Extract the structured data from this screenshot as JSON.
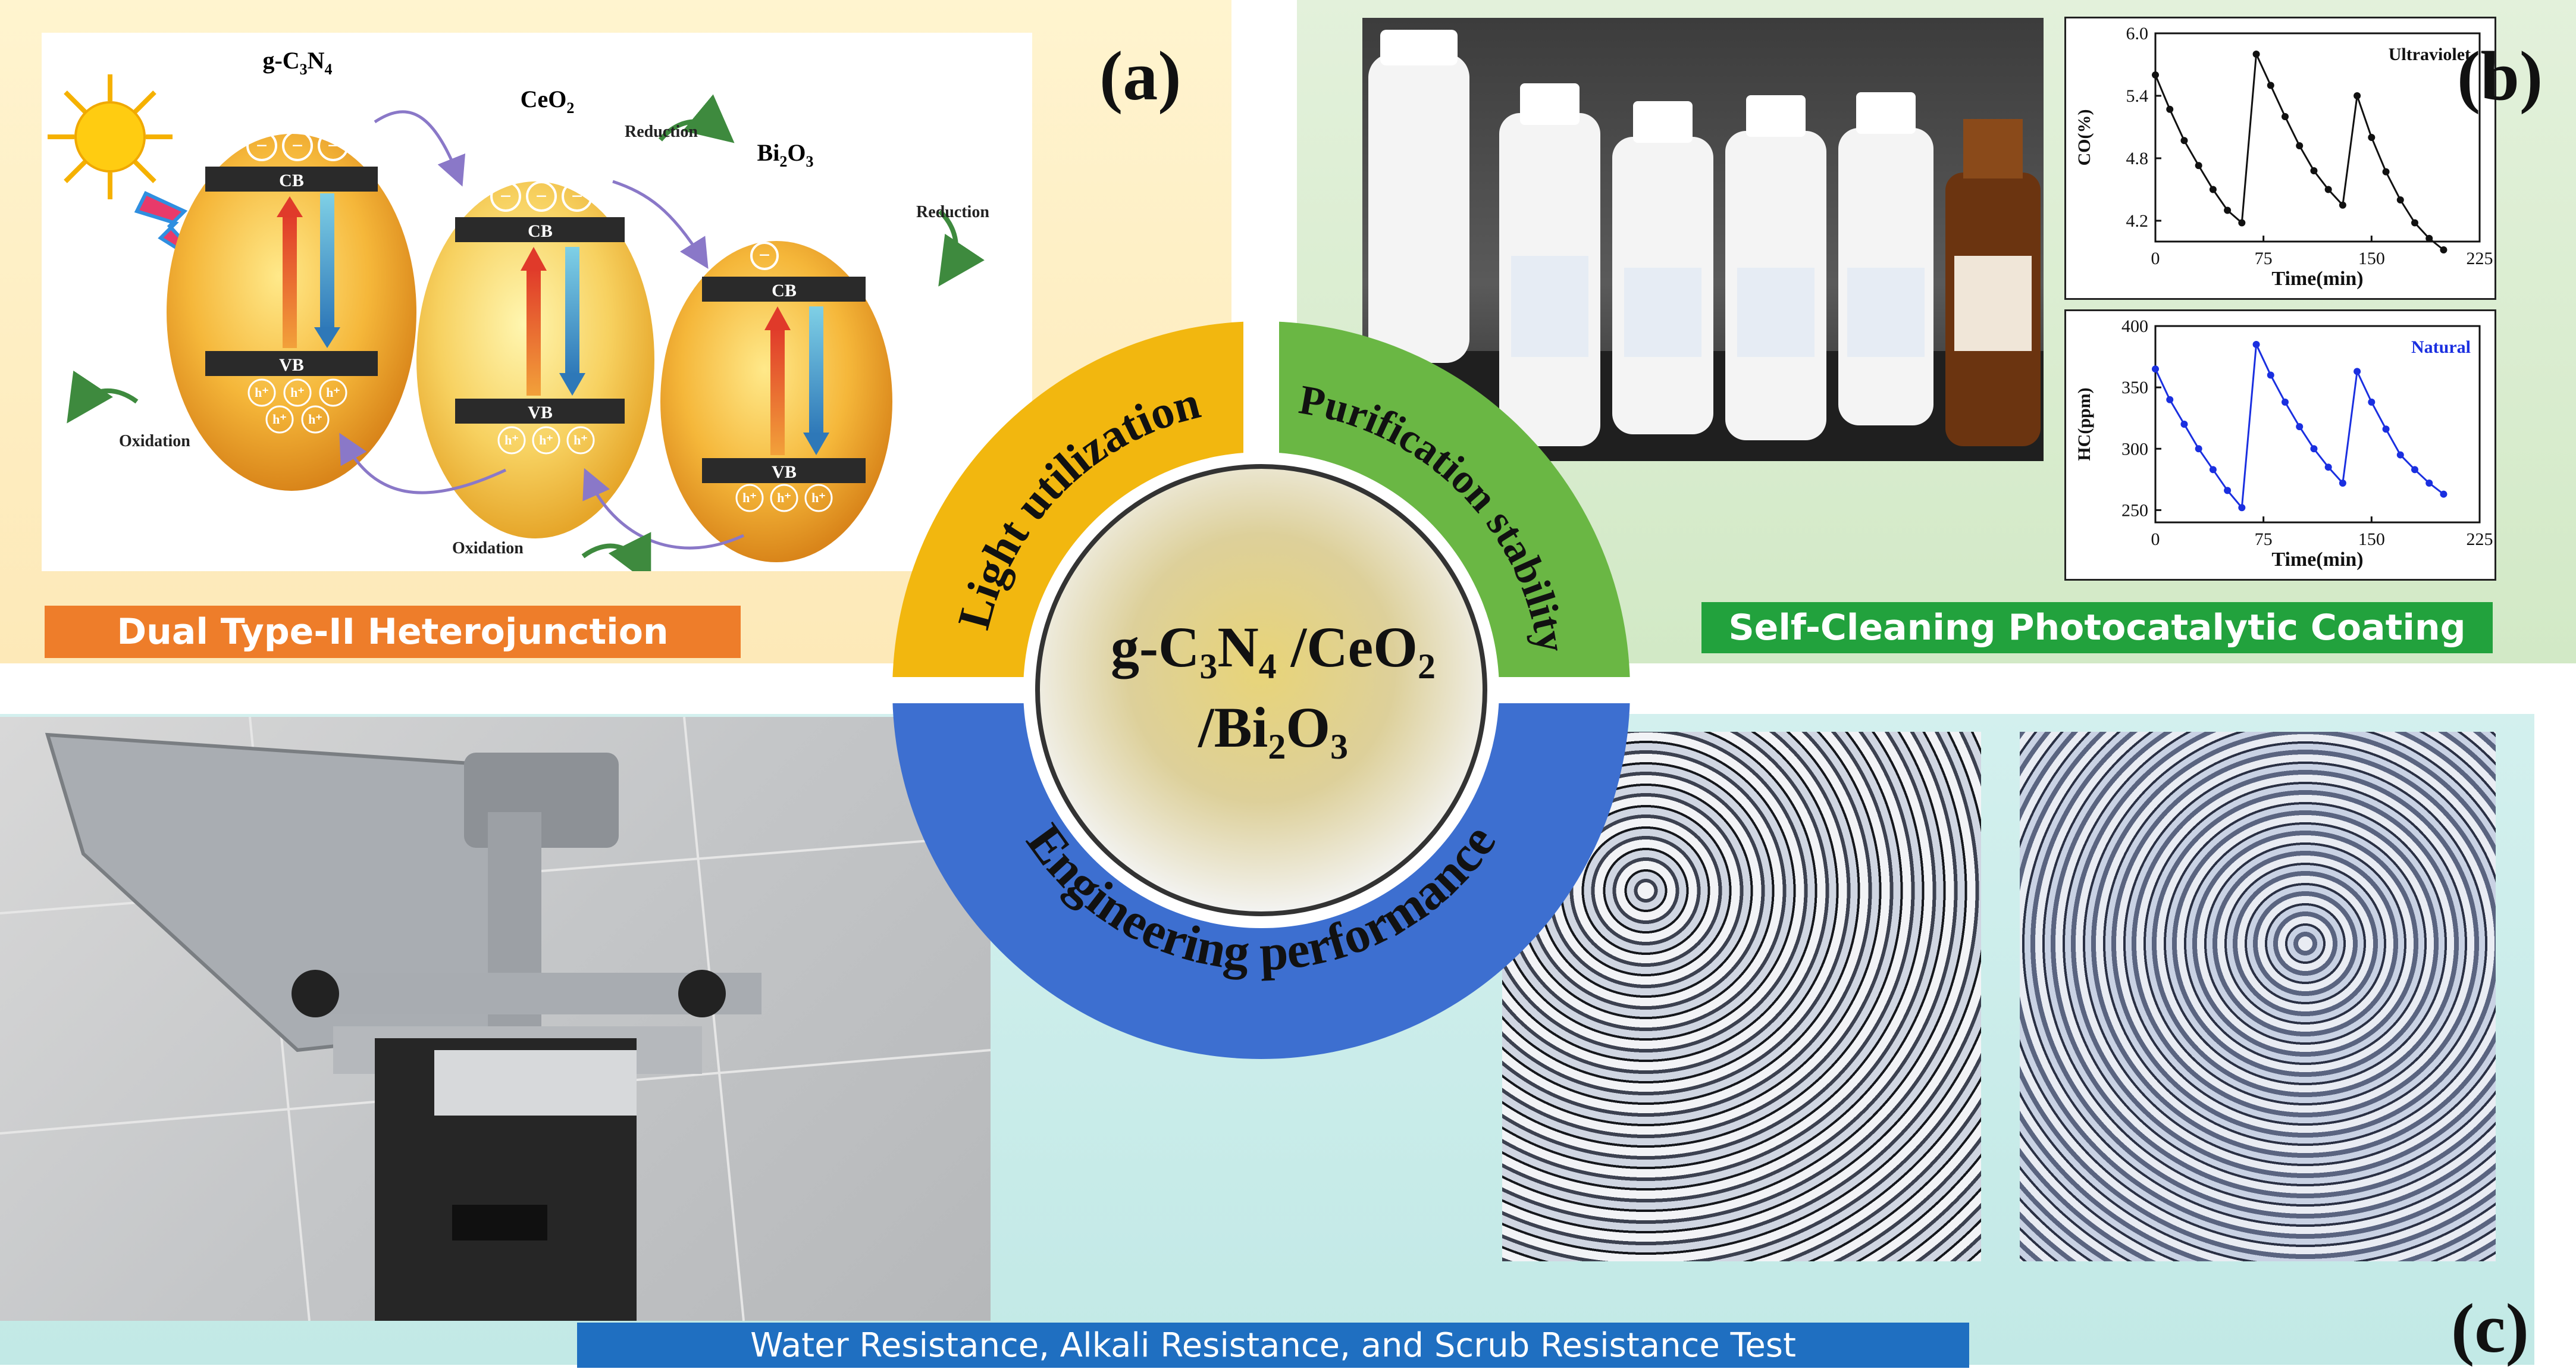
{
  "panel_a": {
    "letter": "(a)",
    "caption": "Dual Type-II Heterojunction",
    "caption_color": "#ee7d2a",
    "bg_color": "#fdeec2",
    "materials": {
      "g_c3n4": "g-C3N4",
      "ceo2": "CeO2",
      "bi2o3": "Bi2O3"
    },
    "band_labels": {
      "cb": "CB",
      "vb": "VB"
    },
    "process_labels": {
      "reduction": "Reduction",
      "oxidation": "Oxidation"
    },
    "hole_symbol": "h⁺",
    "electron_symbol": "−"
  },
  "panel_b": {
    "letter": "(b)",
    "caption": "Self-Cleaning Photocatalytic Coating",
    "caption_color": "#22a23d",
    "bg_color": "#d9ecd0"
  },
  "panel_c": {
    "letter": "(c)",
    "caption": "Water Resistance, Alkali Resistance, and Scrub Resistance Test",
    "caption_color": "#1f6fc1",
    "bg_color": "#c6ebe8"
  },
  "center": {
    "formula_line1": "g-C3N4 /CeO2",
    "formula_line2": "/Bi2O3",
    "ring_labels": {
      "light": "Light utilization",
      "purification": "Purification stability",
      "engineering": "Engineering performance"
    },
    "colors": {
      "light": "#f2b70f",
      "purification": "#6ab744",
      "engineering": "#3d6fd0"
    }
  },
  "chart_data": [
    {
      "type": "line",
      "title": "Ultraviolet",
      "xlabel": "Time(min)",
      "ylabel": "CO(%)",
      "xlim": [
        0,
        225
      ],
      "ylim": [
        4.0,
        6.0
      ],
      "xticks": [
        0,
        75,
        150,
        225
      ],
      "yticks": [
        4.2,
        4.8,
        5.4,
        6.0
      ],
      "color": "#111111",
      "x": [
        0,
        10,
        20,
        30,
        40,
        50,
        60,
        70,
        80,
        90,
        100,
        110,
        120,
        130,
        140,
        150,
        160,
        170,
        180,
        190,
        200
      ],
      "y": [
        5.6,
        5.27,
        4.97,
        4.73,
        4.5,
        4.3,
        4.18,
        5.8,
        5.5,
        5.2,
        4.92,
        4.68,
        4.5,
        4.35,
        5.4,
        5.0,
        4.67,
        4.4,
        4.18,
        4.03,
        3.92
      ]
    },
    {
      "type": "line",
      "title": "Natural",
      "xlabel": "Time(min)",
      "ylabel": "HC(ppm)",
      "xlim": [
        0,
        225
      ],
      "ylim": [
        240,
        400
      ],
      "xticks": [
        0,
        75,
        150,
        225
      ],
      "yticks": [
        250,
        300,
        350,
        400
      ],
      "color": "#1a2fe0",
      "x": [
        0,
        10,
        20,
        30,
        40,
        50,
        60,
        70,
        80,
        90,
        100,
        110,
        120,
        130,
        140,
        150,
        160,
        170,
        180,
        190,
        200
      ],
      "y": [
        365,
        340,
        320,
        300,
        283,
        266,
        252,
        385,
        360,
        338,
        318,
        300,
        285,
        272,
        363,
        338,
        316,
        295,
        283,
        272,
        263
      ]
    }
  ]
}
